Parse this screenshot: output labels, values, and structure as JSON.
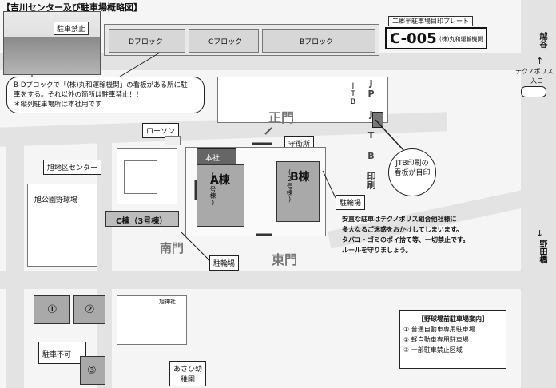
{
  "title": "【吉川センター及び駐車場概略図】",
  "photo": {
    "caption": "駐車禁止"
  },
  "blocks": {
    "d": "Dブロック",
    "c": "Cブロック",
    "b": "Bブロック"
  },
  "plate": {
    "caption": "二郷半駐車場目印プレート",
    "code": "C-005",
    "company": "(株)丸和運輸機関"
  },
  "notice": {
    "line1": "B-Dブロックで「(株)丸和運輸機関」の看板がある所に駐",
    "line2": "車をする。それ以外の箇所は駐車禁止！！",
    "line3": "＊縦列駐車場所は本社用です"
  },
  "roads": {
    "koshigaya": "越谷",
    "arrow_up": "↑",
    "technopolis": "テクノポリス",
    "entrance": "入口",
    "arrow_down": "↓",
    "noda": "野田橋"
  },
  "places": {
    "jtb": "JTB",
    "jp_sign": "JP J T B 印刷",
    "seimon": "正門",
    "lawson": "ローソン",
    "guard": "守衛所",
    "asahi_center": "旭地区センター",
    "honsha": "本社",
    "a_building": "A棟",
    "a_sub": "(1号棟)",
    "b_building": "B棟",
    "b_sub": "(2号棟)",
    "c_building": "C棟（3号棟）",
    "park": "旭公園野球場",
    "nanmon": "南門",
    "tomon": "東門",
    "bike1": "駐輪場",
    "bike2": "駐輪場",
    "jtb_callout": "JTB印刷の看板が目印",
    "nursery": "あさひ幼稚園",
    "shrine": "旭神社",
    "no_parking": "駐車不可"
  },
  "safety": {
    "line1": "安直な駐車はテクノポリス組合他社様に",
    "line2": "多大なるご迷惑をおかけしてしまいます。",
    "line3": "タバコ・ゴミのポイ捨て等、一切禁止です。",
    "line4": "ルールを守りましょう。"
  },
  "lots": {
    "n1": "①",
    "n2": "②",
    "n3": "③"
  },
  "legend": {
    "title": "【野球場前駐車場案内】",
    "items": [
      {
        "num": "①",
        "label": "普通自動車専用駐車場"
      },
      {
        "num": "②",
        "label": "軽自動車専用駐車場"
      },
      {
        "num": "③",
        "label": "一部駐車禁止区域"
      }
    ]
  }
}
